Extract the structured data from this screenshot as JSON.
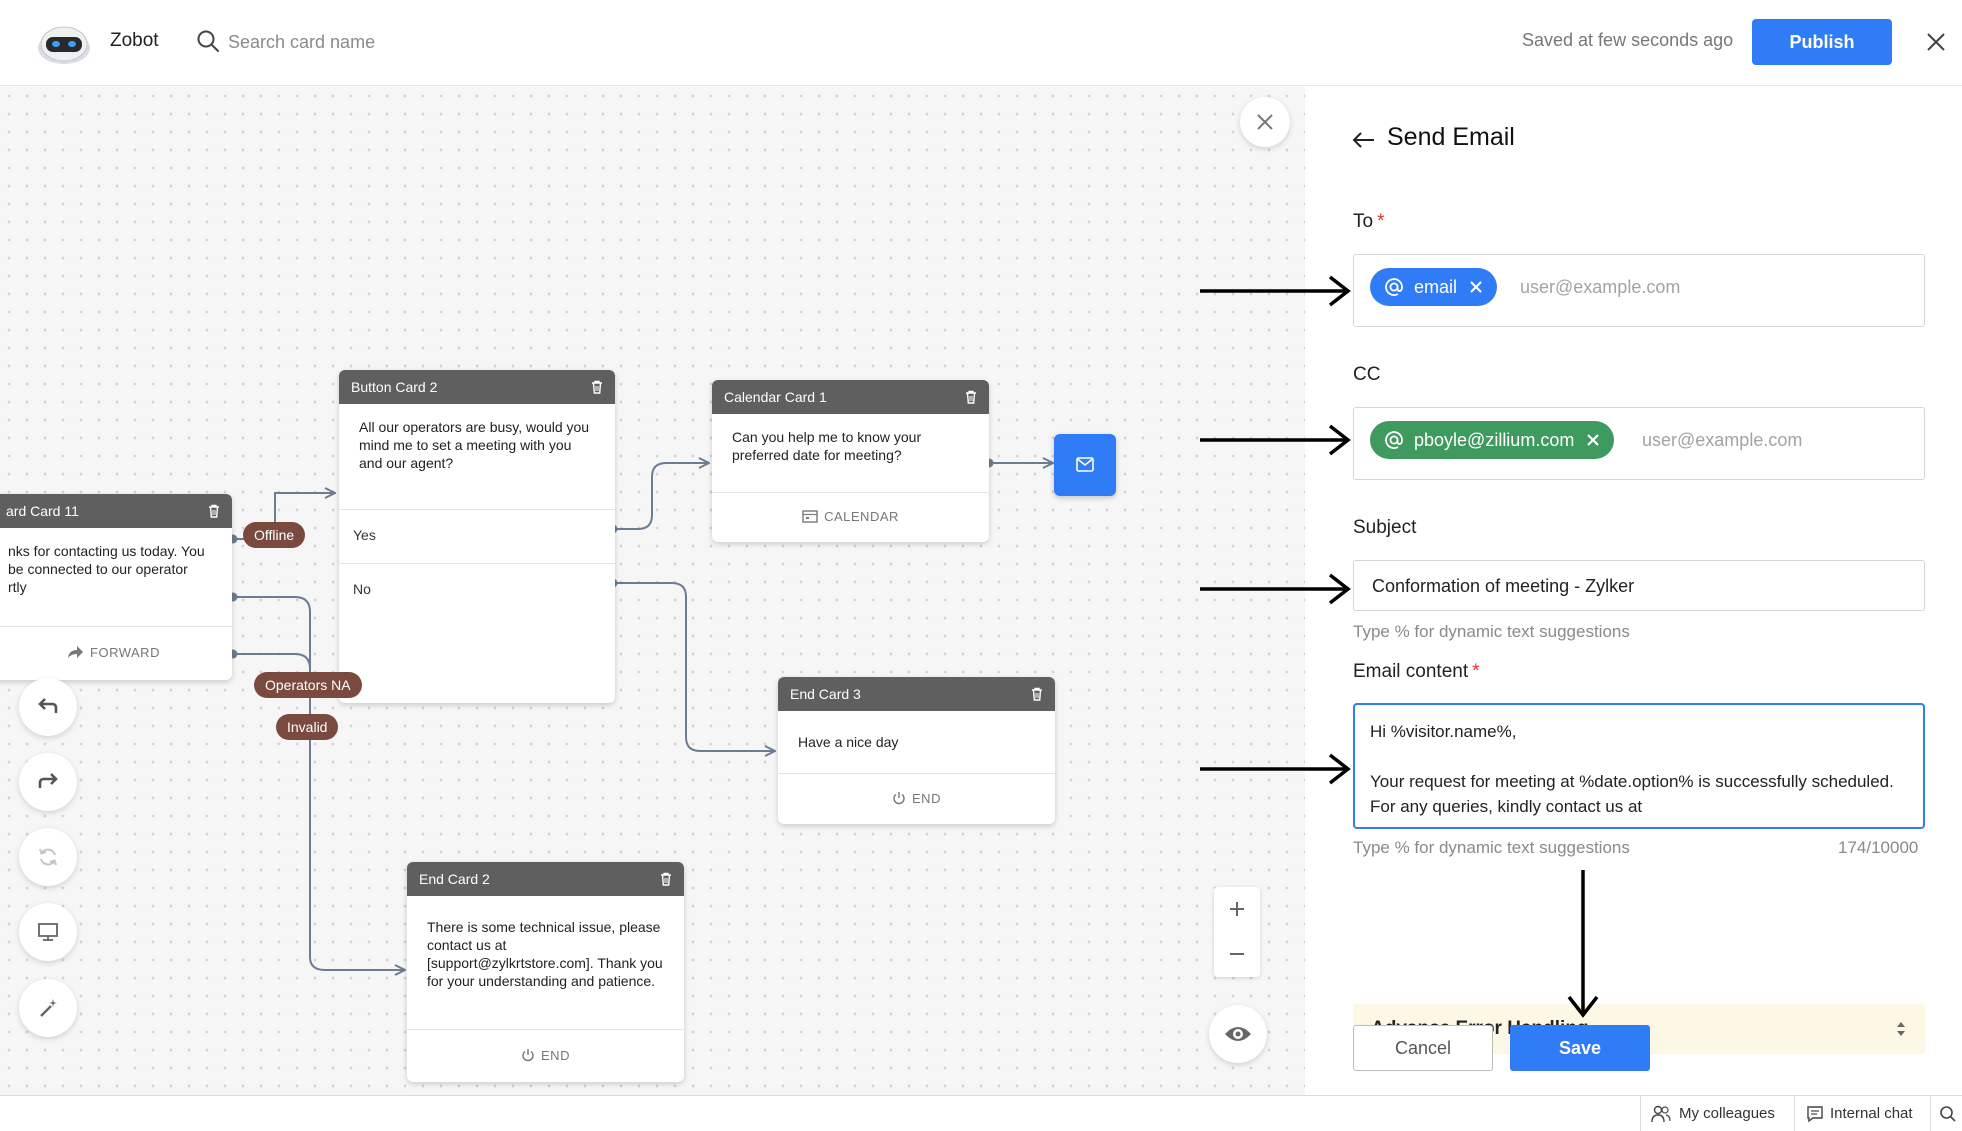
{
  "header": {
    "app_name": "Zobot",
    "search_placeholder": "Search card name",
    "saved_status": "Saved at few seconds ago",
    "publish_label": "Publish"
  },
  "canvas": {
    "cards": [
      {
        "title": "ard Card 11",
        "body": "nks for contacting us today. You\nbe connected to our operator\nrtly",
        "footer": "FORWARD"
      },
      {
        "title": "Button Card 2",
        "body": "All our operators are busy, would you mind me to set a meeting with you and our agent?",
        "options": [
          "Yes",
          "No"
        ]
      },
      {
        "title": "Calendar Card 1",
        "body": "Can you help me to know your preferred date for meeting?",
        "footer": "CALENDAR"
      },
      {
        "title": "End Card 3",
        "body": "Have a nice day",
        "footer": "END"
      },
      {
        "title": "End Card 2",
        "body": "There is some technical issue, please contact us at [support@zylkrtstore.com]. Thank you for your understanding and patience.",
        "footer": "END"
      }
    ],
    "labels": {
      "offline": "Offline",
      "operators_na": "Operators NA",
      "invalid": "Invalid"
    }
  },
  "panel": {
    "title": "Send Email",
    "to_label": "To",
    "to_chip": "email",
    "to_placeholder": "user@example.com",
    "cc_label": "CC",
    "cc_chip": "pboyle@zillium.com",
    "cc_placeholder": "user@example.com",
    "subject_label": "Subject",
    "subject_value": "Conformation of meeting - Zylker",
    "subject_hint": "Type % for dynamic text suggestions",
    "content_label": "Email content",
    "content_value": "Hi %visitor.name%,\n\nYour request for meeting at %date.option% is successfully scheduled. For any queries, kindly contact us at",
    "content_hint": "Type % for dynamic text suggestions",
    "content_counter": "174/10000",
    "advanced_label": "Advance Error Handling",
    "required_mark": "*",
    "cancel_label": "Cancel",
    "save_label": "Save"
  },
  "footer": {
    "colleagues": "My colleagues",
    "internal_chat": "Internal chat"
  },
  "colors": {
    "accent": "#2f7cf6",
    "chip_green": "#3f9a5f",
    "label_pill": "#7a4a3f",
    "card_header": "#5f5f5f"
  },
  "icons": [
    "bot-logo-icon",
    "search-icon",
    "close-icon",
    "trash-icon",
    "forward-icon",
    "calendar-icon",
    "power-icon",
    "mail-icon",
    "undo-icon",
    "redo-icon",
    "refresh-icon",
    "monitor-icon",
    "magic-wand-icon",
    "plus-icon",
    "minus-icon",
    "eye-icon",
    "back-arrow-icon",
    "at-icon",
    "sort-icon",
    "people-icon",
    "chat-icon"
  ]
}
